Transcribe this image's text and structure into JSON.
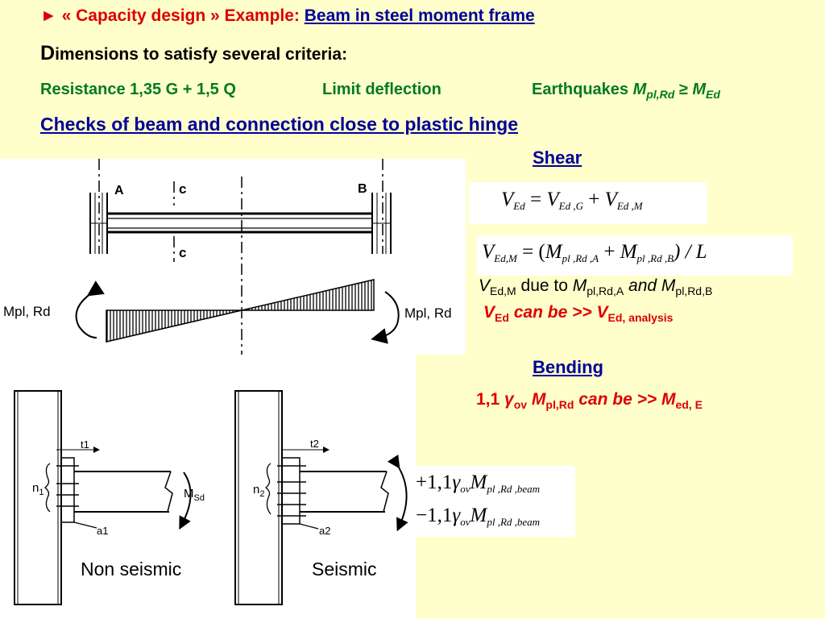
{
  "title": {
    "prefix": "► « Capacity design » Example: ",
    "link": "Beam in steel moment frame"
  },
  "subtitle": {
    "first_letter": "D",
    "rest": "imensions to satisfy several criteria:"
  },
  "criteria": {
    "resistance": "Resistance  1,35 G + 1,5 Q",
    "deflection": "Limit deflection",
    "earthquakes_prefix": "Earthquakes ",
    "earthquakes_m1": "M",
    "earthquakes_m1_sub": "pl,Rd",
    "earthquakes_ge": " ≥ ",
    "earthquakes_m2": "M",
    "earthquakes_m2_sub": "Ed"
  },
  "checks_heading": "Checks of beam and connection close to plastic hinge",
  "shear": {
    "heading": "Shear",
    "eq1": {
      "V": "V",
      "Ed": "Ed",
      "eq": " = ",
      "VG_sub": "Ed ,G",
      "plus": " + ",
      "VM_sub": "Ed ,M"
    },
    "eq2": {
      "lhs_sub": "Ed,M",
      "eq": " = (",
      "M": "M",
      "MA_sub": "pl ,Rd ,A",
      "plus": " + ",
      "MB_sub": "pl ,Rd ,B",
      "end": ") / L"
    },
    "note1": {
      "V": "V",
      "V_sub": "Ed,M",
      "due": " due to ",
      "M": "M",
      "MA_sub": "pl,Rd,A",
      "and": " and ",
      "MB_sub": "pl,Rd,B"
    },
    "note2": {
      "V": "V",
      "V_sub": "Ed",
      "can": "  can be >> ",
      "V2_sub": "Ed, analysis"
    }
  },
  "bending": {
    "heading": "Bending",
    "line": {
      "factor": "1,1 ",
      "gamma": "γ",
      "gamma_sub": "ov",
      "M": "  M",
      "M_sub": "pl,Rd",
      "can": " can be >> ",
      "M2": "M",
      "M2_sub": "ed, E"
    },
    "eq_plus": {
      "sign": "+1,1",
      "gamma": "γ",
      "ov": "ov",
      "M": "M",
      "sub": "pl ,Rd ,beam"
    },
    "eq_minus": {
      "sign": "−1,1",
      "gamma": "γ",
      "ov": "ov",
      "M": "M",
      "sub": "pl ,Rd ,beam"
    }
  },
  "beam_diagram": {
    "label_A": "A",
    "label_B": "B",
    "label_c_top": "c",
    "label_c_bottom": "c",
    "moment_left": "Mpl, Rd",
    "moment_right": "Mpl, Rd"
  },
  "connection_left": {
    "t_label": "t1",
    "n_label": "n",
    "n_sub": "1",
    "a_label": "a1",
    "m_label": "M",
    "m_sub": "Sd",
    "caption": "Non seismic"
  },
  "connection_right": {
    "t_label": "t2",
    "n_label": "n",
    "n_sub": "2",
    "a_label": "a2",
    "caption": "Seismic"
  }
}
